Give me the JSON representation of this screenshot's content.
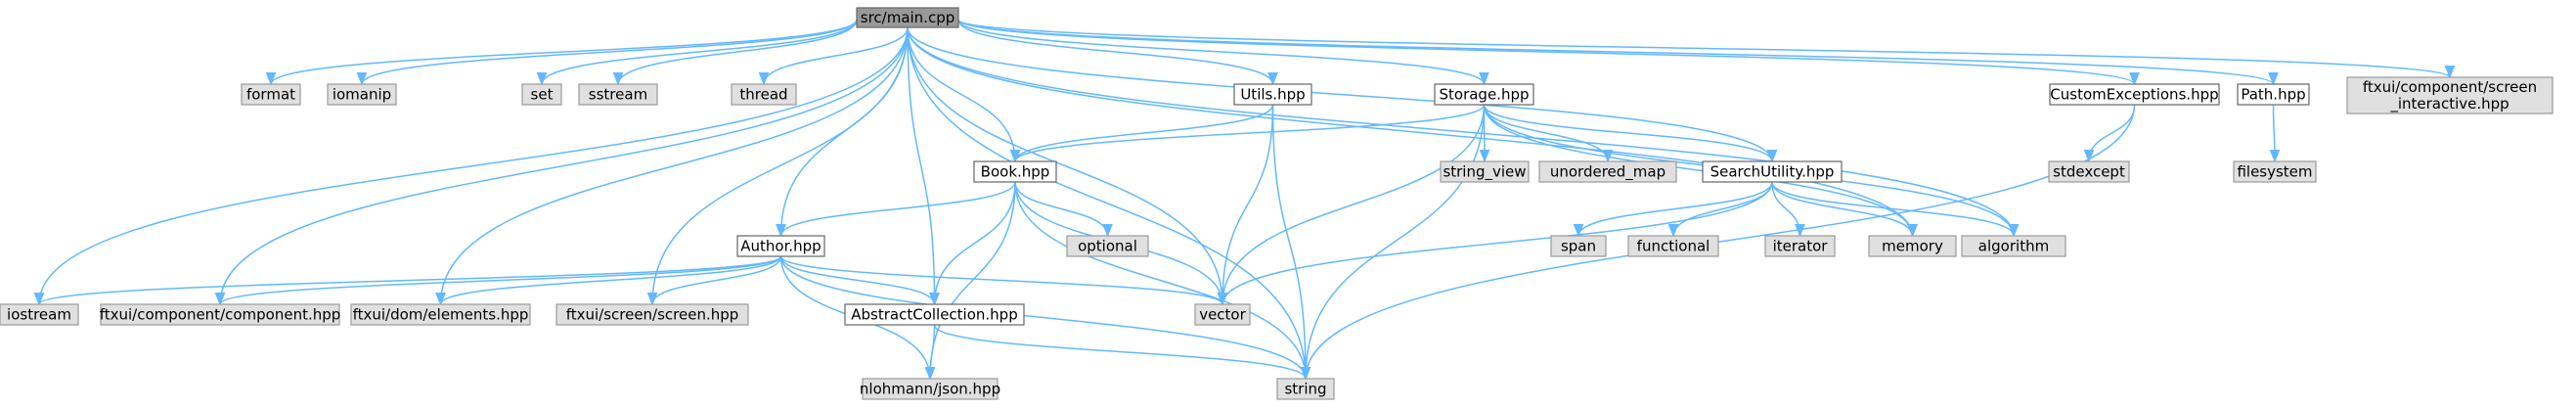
{
  "colors": {
    "root_fill": "#999999",
    "root_border": "#666666",
    "internal_fill": "#ffffff",
    "internal_border": "#666666",
    "external_fill": "#e0e0e0",
    "external_border": "#999999",
    "edge": "#63b8ff"
  },
  "nodes": [
    {
      "id": "main",
      "lines": [
        "src/main.cpp"
      ],
      "kind": "root"
    },
    {
      "id": "format",
      "lines": [
        "format"
      ],
      "kind": "external"
    },
    {
      "id": "iomanip",
      "lines": [
        "iomanip"
      ],
      "kind": "external"
    },
    {
      "id": "set",
      "lines": [
        "set"
      ],
      "kind": "external"
    },
    {
      "id": "sstream",
      "lines": [
        "sstream"
      ],
      "kind": "external"
    },
    {
      "id": "thread",
      "lines": [
        "thread"
      ],
      "kind": "external"
    },
    {
      "id": "utils",
      "lines": [
        "Utils.hpp"
      ],
      "kind": "internal"
    },
    {
      "id": "storage",
      "lines": [
        "Storage.hpp"
      ],
      "kind": "internal"
    },
    {
      "id": "cexc",
      "lines": [
        "CustomExceptions.hpp"
      ],
      "kind": "internal"
    },
    {
      "id": "path",
      "lines": [
        "Path.hpp"
      ],
      "kind": "internal"
    },
    {
      "id": "scrint",
      "lines": [
        "ftxui/component/screen",
        "_interactive.hpp"
      ],
      "kind": "external"
    },
    {
      "id": "book",
      "lines": [
        "Book.hpp"
      ],
      "kind": "internal"
    },
    {
      "id": "strview",
      "lines": [
        "string_view"
      ],
      "kind": "external"
    },
    {
      "id": "umap",
      "lines": [
        "unordered_map"
      ],
      "kind": "external"
    },
    {
      "id": "search",
      "lines": [
        "SearchUtility.hpp"
      ],
      "kind": "internal"
    },
    {
      "id": "stdexc",
      "lines": [
        "stdexcept"
      ],
      "kind": "external"
    },
    {
      "id": "fs",
      "lines": [
        "filesystem"
      ],
      "kind": "external"
    },
    {
      "id": "author",
      "lines": [
        "Author.hpp"
      ],
      "kind": "internal"
    },
    {
      "id": "optional",
      "lines": [
        "optional"
      ],
      "kind": "external"
    },
    {
      "id": "span",
      "lines": [
        "span"
      ],
      "kind": "external"
    },
    {
      "id": "functional",
      "lines": [
        "functional"
      ],
      "kind": "external"
    },
    {
      "id": "iterator",
      "lines": [
        "iterator"
      ],
      "kind": "external"
    },
    {
      "id": "memory",
      "lines": [
        "memory"
      ],
      "kind": "external"
    },
    {
      "id": "algorithm",
      "lines": [
        "algorithm"
      ],
      "kind": "external"
    },
    {
      "id": "iostream",
      "lines": [
        "iostream"
      ],
      "kind": "external"
    },
    {
      "id": "ftxcomp",
      "lines": [
        "ftxui/component/component.hpp"
      ],
      "kind": "external"
    },
    {
      "id": "ftxelem",
      "lines": [
        "ftxui/dom/elements.hpp"
      ],
      "kind": "external"
    },
    {
      "id": "ftxscr",
      "lines": [
        "ftxui/screen/screen.hpp"
      ],
      "kind": "external"
    },
    {
      "id": "abscoll",
      "lines": [
        "AbstractCollection.hpp"
      ],
      "kind": "internal"
    },
    {
      "id": "vector",
      "lines": [
        "vector"
      ],
      "kind": "external"
    },
    {
      "id": "json",
      "lines": [
        "nlohmann/json.hpp"
      ],
      "kind": "external"
    },
    {
      "id": "string",
      "lines": [
        "string"
      ],
      "kind": "external"
    }
  ],
  "edges": [
    [
      "main",
      "format"
    ],
    [
      "main",
      "iomanip"
    ],
    [
      "main",
      "set"
    ],
    [
      "main",
      "sstream"
    ],
    [
      "main",
      "thread"
    ],
    [
      "main",
      "utils"
    ],
    [
      "main",
      "storage"
    ],
    [
      "main",
      "cexc"
    ],
    [
      "main",
      "path"
    ],
    [
      "main",
      "scrint"
    ],
    [
      "main",
      "book"
    ],
    [
      "main",
      "author"
    ],
    [
      "main",
      "search"
    ],
    [
      "main",
      "iostream"
    ],
    [
      "main",
      "ftxcomp"
    ],
    [
      "main",
      "ftxelem"
    ],
    [
      "main",
      "ftxscr"
    ],
    [
      "main",
      "abscoll"
    ],
    [
      "main",
      "vector"
    ],
    [
      "main",
      "string"
    ],
    [
      "main",
      "memory"
    ],
    [
      "main",
      "algorithm"
    ],
    [
      "utils",
      "book"
    ],
    [
      "utils",
      "vector"
    ],
    [
      "utils",
      "string"
    ],
    [
      "storage",
      "book"
    ],
    [
      "storage",
      "strview"
    ],
    [
      "storage",
      "umap"
    ],
    [
      "storage",
      "search"
    ],
    [
      "storage",
      "vector"
    ],
    [
      "storage",
      "string"
    ],
    [
      "storage",
      "memory"
    ],
    [
      "storage",
      "algorithm"
    ],
    [
      "cexc",
      "stdexc"
    ],
    [
      "cexc",
      "string"
    ],
    [
      "path",
      "fs"
    ],
    [
      "book",
      "author"
    ],
    [
      "book",
      "optional"
    ],
    [
      "book",
      "abscoll"
    ],
    [
      "book",
      "vector"
    ],
    [
      "book",
      "string"
    ],
    [
      "book",
      "json"
    ],
    [
      "search",
      "span"
    ],
    [
      "search",
      "functional"
    ],
    [
      "search",
      "iterator"
    ],
    [
      "search",
      "memory"
    ],
    [
      "search",
      "algorithm"
    ],
    [
      "search",
      "vector"
    ],
    [
      "author",
      "iostream"
    ],
    [
      "author",
      "ftxcomp"
    ],
    [
      "author",
      "ftxelem"
    ],
    [
      "author",
      "ftxscr"
    ],
    [
      "author",
      "abscoll"
    ],
    [
      "author",
      "vector"
    ],
    [
      "author",
      "string"
    ],
    [
      "author",
      "json"
    ],
    [
      "abscoll",
      "json"
    ],
    [
      "abscoll",
      "string"
    ]
  ]
}
